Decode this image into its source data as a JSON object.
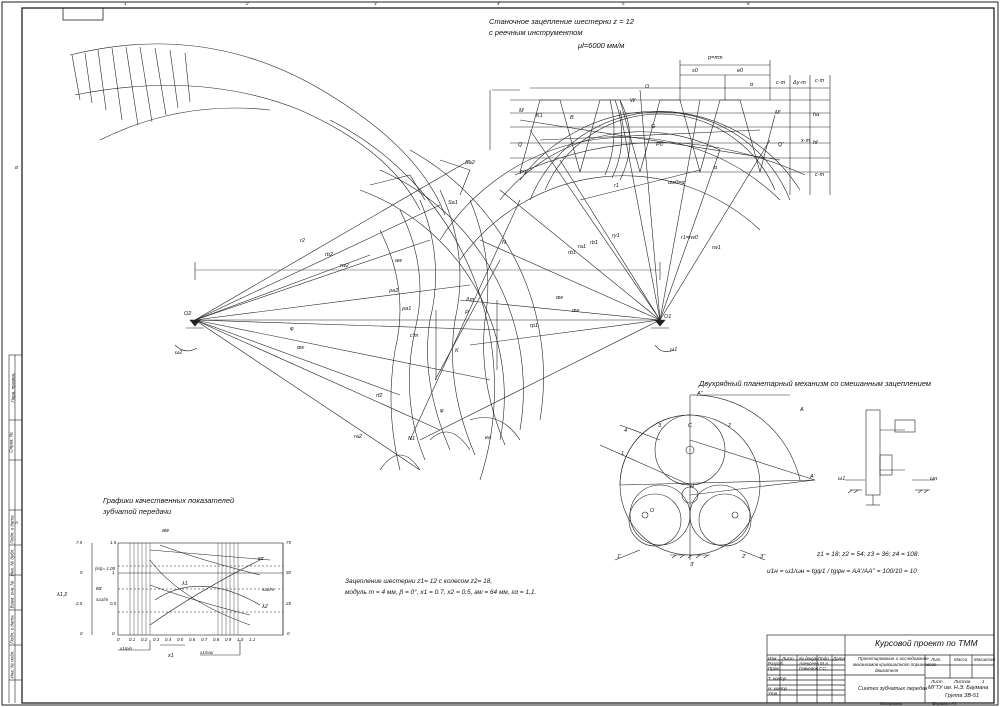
{
  "header": {
    "cell_top_left_value": "",
    "zone_numbers": [
      "1",
      "2",
      "3",
      "4",
      "5",
      "6"
    ],
    "zone_letters_left": [
      "B",
      "A"
    ]
  },
  "rack_section": {
    "title_line1": "Станочное зацепление шестерни z = 12",
    "title_line2": "с реечным инструментом",
    "scale": "μl=6000 мм/м",
    "labels": [
      "p=πm",
      "s0",
      "e0",
      "M",
      "M'",
      "K1",
      "B",
      "G",
      "Q",
      "Q'",
      "P0",
      "P1",
      "W",
      "O",
      "α",
      "α",
      "αw0=α",
      "r1",
      "rb1",
      "ry1",
      "r1=rw0",
      "rw1",
      "hf",
      "ha",
      "c·m",
      "Δy·m",
      "c·m",
      "x·m",
      "c·m"
    ]
  },
  "gear_section": {
    "labels": [
      "O2",
      "O1",
      "ω2",
      "ω1",
      "aw",
      "r2",
      "rb2",
      "ra2",
      "rw2",
      "rf2",
      "rp1",
      "rb1",
      "ra1",
      "P",
      "N",
      "N1",
      "K",
      "c'm",
      "Δm",
      "αw",
      "αw",
      "αw",
      "ρa1",
      "ρa2",
      "Sa2",
      "Sa1",
      "ea",
      "φ",
      "φ"
    ]
  },
  "planetary_section": {
    "title": "Двухрядный планетарный механизм со смешанным зацеплением",
    "params": "z1 = 18;  z2 = 54;  z3 = 36;  z4 = 108.",
    "ratio": "u1н = ω1/ωн = tgψ1 / tgψн = AA'/AA'' = 100/10 = 10",
    "labels": [
      "A",
      "A'",
      "A''",
      "C",
      "H",
      "1",
      "2",
      "3",
      "4",
      "O",
      "ω1",
      "ωн",
      "1'",
      "2'",
      "3'",
      "3''"
    ]
  },
  "graphs_section": {
    "title_line1": "Графики качественных показателей",
    "title_line2": "зубчатой передачи",
    "left_axis_ticks": [
      "7.5",
      "5",
      "2.5",
      "0"
    ],
    "mid_axis_ticks": [
      "1.5",
      "1",
      "0.5",
      "0"
    ],
    "right_axis_ticks": [
      "75",
      "50",
      "25",
      "0"
    ],
    "x_ticks": [
      "0",
      "0.1",
      "0.2",
      "0.3",
      "0.4",
      "0.5",
      "0.6",
      "0.7",
      "0.8",
      "0.9",
      "1.0",
      "1.1"
    ],
    "legend": [
      "λ1,2",
      "εα",
      "(εα)= 1.05",
      "sa1/m",
      "sa2/m",
      "λ1",
      "λ2",
      "εα",
      "aw",
      "x1",
      "x1min",
      "x1max"
    ]
  },
  "mesh_description": {
    "line1": "Зацепление шестерни z1= 12 с колесом z2= 18,",
    "line2": "модуль m = 4 мм,  β = 0°,  x1 = 0.7,  x2 = 0.5,  aw = 64 мм,  εα = 1,1."
  },
  "title_block": {
    "project": "Курсовой проект по ТММ",
    "subject_line1": "Проектирование и исследование",
    "subject_line2": "механизмов кривошипного поршневого",
    "subject_line3": "двигателя",
    "sheet_name": "Синтез зубчатых передач",
    "organization_line1": "МГТУ им. Н.Э. Баумана",
    "organization_line2": "Группа ЗВ-51",
    "rows": [
      "Изм.",
      "Лист",
      "№ докум.",
      "Подп.",
      "Дата",
      "Разраб.",
      "Пров.",
      "Т. контр.",
      "Н. контр.",
      "Утв."
    ],
    "developer": "Алексеев М.А.",
    "checker": "Гевкелов Г.С.",
    "columns": [
      "Лит.",
      "Масса",
      "Масштаб"
    ],
    "sheet_label": "Лист",
    "sheets_label": "Листов",
    "sheets_count": "1",
    "copied": "Копировал",
    "format": "Формат А1"
  },
  "side_stamp": [
    "Перв. примен.",
    "Справ. №",
    "Подп. и дата",
    "Инв. № дубл.",
    "Взам. инв. №",
    "Подп. и дата",
    "Инв. № подл."
  ]
}
